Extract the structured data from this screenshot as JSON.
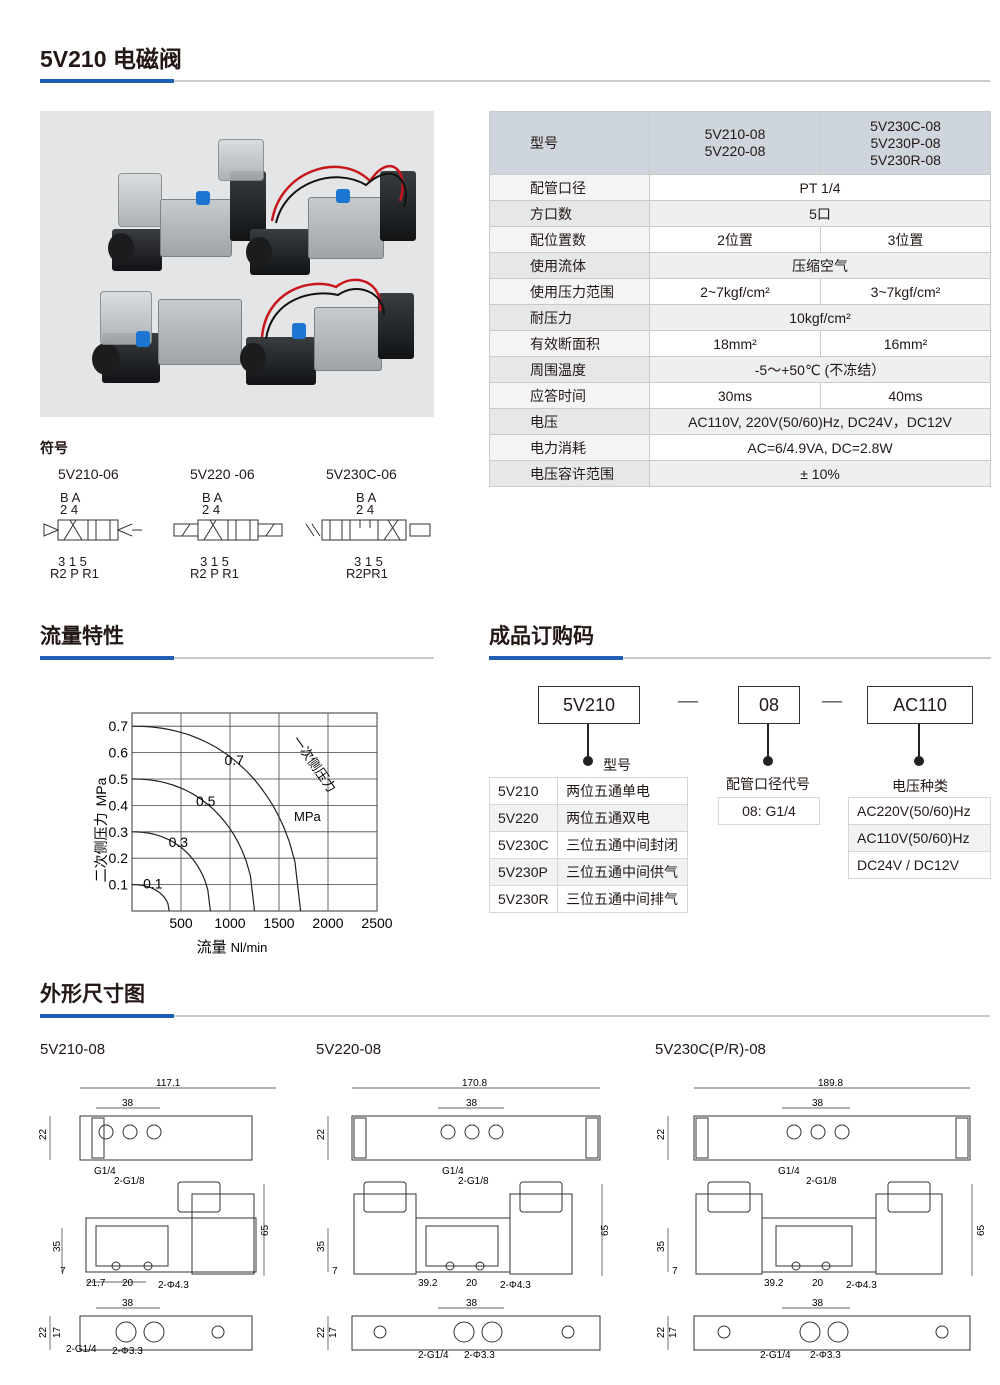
{
  "page_title": "5V210 电磁阀",
  "symbols": {
    "title": "符号",
    "items": [
      {
        "name": "5V210-06",
        "top_ports": "B A",
        "top_nums": "2 4",
        "bottom_nums": "3 1 5",
        "bottom_ports": "R2 P R1"
      },
      {
        "name": "5V220 -06",
        "top_ports": "B A",
        "top_nums": "2 4",
        "bottom_nums": "3 1 5",
        "bottom_ports": "R2 P R1"
      },
      {
        "name": "5V230C-06",
        "top_ports": "B A",
        "top_nums": "2 4",
        "bottom_nums": "3 1 5",
        "bottom_ports": "R2PR1"
      }
    ]
  },
  "spec_table": {
    "header": {
      "label": "型号",
      "col1": [
        "5V210-08",
        "5V220-08"
      ],
      "col2": [
        "5V230C-08",
        "5V230P-08",
        "5V230R-08"
      ]
    },
    "rows": [
      {
        "label": "配管口径",
        "value": "PT 1/4"
      },
      {
        "label": "方口数",
        "value": "5口"
      },
      {
        "label": "配位置数",
        "v1": "2位置",
        "v2": "3位置"
      },
      {
        "label": "使用流体",
        "value": "压缩空气"
      },
      {
        "label": "使用压力范围",
        "v1": "2~7kgf/cm²",
        "v2": "3~7kgf/cm²"
      },
      {
        "label": "耐压力",
        "value": "10kgf/cm²"
      },
      {
        "label": "有效断面积",
        "v1": "18mm²",
        "v2": "16mm²"
      },
      {
        "label": "周围温度",
        "value": "-5～+50℃ (不冻结）"
      },
      {
        "label": "应答时间",
        "v1": "30ms",
        "v2": "40ms"
      },
      {
        "label": "电压",
        "value": "AC110V, 220V(50/60)Hz, DC24V，DC12V"
      },
      {
        "label": "电力消耗",
        "value": "AC=6/4.9VA, DC=2.8W"
      },
      {
        "label": "电压容许范围",
        "value": "± 10%"
      }
    ]
  },
  "flow": {
    "title": "流量特性",
    "chart_data": {
      "type": "line",
      "xlabel": "流量",
      "xunit": "Nl/min",
      "ylabel": "二次侧压力",
      "yunit": "MPa",
      "xticks": [
        "500",
        "1000",
        "1500",
        "2000",
        "2500"
      ],
      "yticks": [
        "0.1",
        "0.2",
        "0.3",
        "0.4",
        "0.5",
        "0.6",
        "0.7"
      ],
      "xlim": [
        0,
        2500
      ],
      "ylim": [
        0,
        0.75
      ],
      "series": [
        {
          "name": "0.1",
          "p0": 0.1,
          "qmax": 380
        },
        {
          "name": "0.3",
          "p0": 0.3,
          "qmax": 800
        },
        {
          "name": "0.5",
          "p0": 0.5,
          "qmax": 1250
        },
        {
          "name": "0.7",
          "p0": 0.7,
          "qmax": 1720
        }
      ],
      "annotations": [
        "一次侧压力",
        "MPa"
      ]
    }
  },
  "order": {
    "title": "成品订购码",
    "codes": [
      "5V210",
      "08",
      "AC110"
    ],
    "dash": "—",
    "model_caption": "型号",
    "models": [
      {
        "code": "5V210",
        "desc": "两位五通单电"
      },
      {
        "code": "5V220",
        "desc": "两位五通双电"
      },
      {
        "code": "5V230C",
        "desc": "三位五通中间封闭"
      },
      {
        "code": "5V230P",
        "desc": "三位五通中间供气"
      },
      {
        "code": "5V230R",
        "desc": "三位五通中间排气"
      }
    ],
    "port_caption": "配管口径代号",
    "ports": [
      "08: G1/4"
    ],
    "voltage_caption": "电压种类",
    "voltages": [
      "AC220V(50/60)Hz",
      "AC110V(50/60)Hz",
      "DC24V / DC12V"
    ]
  },
  "dimensions": {
    "title": "外形尺寸图",
    "views": [
      {
        "name": "5V210-08",
        "length": "117.1",
        "pitch": "38",
        "height": "22",
        "total": "65",
        "base": "35",
        "side": "7",
        "offset": "21.7",
        "hole_pitch": "20",
        "port_label": "G1/4",
        "ports_label": "2-G1/8",
        "mount": "2-Φ4.3",
        "bottom_pitch": "38",
        "bottom_h": "22",
        "bottom_h2": "17",
        "bottom_port": "2-G1/4",
        "bottom_hole": "2-Φ3.3"
      },
      {
        "name": "5V220-08",
        "length": "170.8",
        "pitch": "38",
        "height": "22",
        "total": "65",
        "base": "35",
        "side": "7",
        "offset": "39.2",
        "hole_pitch": "20",
        "port_label": "G1/4",
        "ports_label": "2-G1/8",
        "mount": "2-Φ4.3",
        "bottom_pitch": "38",
        "bottom_h": "22",
        "bottom_h2": "17",
        "bottom_port": "2-G1/4",
        "bottom_hole": "2-Φ3.3"
      },
      {
        "name": "5V230C(P/R)-08",
        "length": "189.8",
        "pitch": "38",
        "height": "22",
        "total": "65",
        "base": "35",
        "side": "7",
        "offset": "39.2",
        "hole_pitch": "20",
        "port_label": "G1/4",
        "ports_label": "2-G1/8",
        "mount": "2-Φ4.3",
        "bottom_pitch": "38",
        "bottom_h": "22",
        "bottom_h2": "17",
        "bottom_port": "2-G1/4",
        "bottom_hole": "2-Φ3.3"
      }
    ]
  },
  "colors": {
    "accent": "#1e5fb4",
    "rule": "#c9cacb",
    "table_head": "#cfd5dc"
  }
}
